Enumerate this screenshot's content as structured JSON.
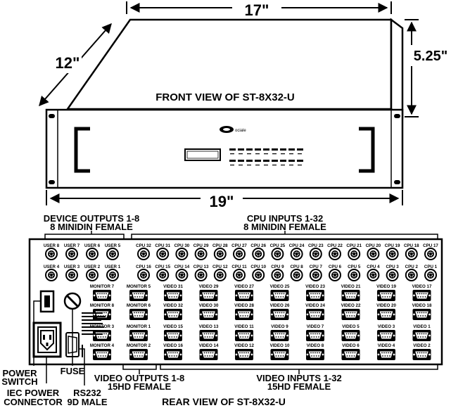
{
  "dimensions": {
    "width_top": "17\"",
    "depth": "12\"",
    "height": "5.25\"",
    "width_bottom": "19\""
  },
  "front_title": "FRONT VIEW OF ST-8X32-U",
  "rear_title": "REAR VIEW OF ST-8X32-U",
  "brand": "ociale",
  "callouts": {
    "device_outputs": [
      "DEVICE OUTPUTS 1-8",
      "8 MINIDIN FEMALE"
    ],
    "cpu_inputs": [
      "CPU INPUTS 1-32",
      "8 MINIDIN FEMALE"
    ],
    "power_switch": [
      "POWER",
      "SWITCH"
    ],
    "iec_power": [
      "IEC POWER",
      "CONNECTOR"
    ],
    "fuse": "FUSE",
    "rs232": [
      "RS232",
      "9D MALE"
    ],
    "video_outputs": [
      "VIDEO OUTPUTS 1-8",
      "15HD FEMALE"
    ],
    "video_inputs": [
      "VIDEO INPUTS 1-32",
      "15HD FEMALE"
    ]
  },
  "users_top": [
    "USER 8",
    "USER 7",
    "USER 6",
    "USER 5"
  ],
  "users_bottom": [
    "USER 4",
    "USER 3",
    "USER 2",
    "USER 1"
  ],
  "cpu_top": [
    "CPU 32",
    "CPU 31",
    "CPU 30",
    "CPU 29",
    "CPU 28",
    "CPU 27",
    "CPU 26",
    "CPU 25",
    "CPU 24",
    "CPU 23",
    "CPU 22",
    "CPU 21",
    "CPU 20",
    "CPU 19",
    "CPU 18",
    "CPU 17"
  ],
  "cpu_bottom": [
    "CPU 16",
    "CPU 15",
    "CPU 14",
    "CPU 13",
    "CPU 12",
    "CPU 11",
    "CPU 10",
    "CPU 9",
    "CPU 8",
    "CPU 7",
    "CPU 6",
    "CPU 5",
    "CPU 4",
    "CPU 3",
    "CPU 2",
    "CPU 1"
  ],
  "monitors": [
    [
      "MONITOR 7",
      "MONITOR 5"
    ],
    [
      "MONITOR 8",
      "MONITOR 6"
    ],
    [
      "MONITOR 3",
      "MONITOR 1"
    ],
    [
      "MONITOR 4",
      "MONITOR 2"
    ]
  ],
  "video_rows": [
    [
      "VIDEO 31",
      "VIDEO 29",
      "VIDEO 27",
      "VIDEO 25",
      "VIDEO 23",
      "VIDEO 21",
      "VIDEO 19",
      "VIDEO 17"
    ],
    [
      "VIDEO 32",
      "VIDEO 30",
      "VIDEO 28",
      "VIDEO 26",
      "VIDEO 24",
      "VIDEO 22",
      "VIDEO 20",
      "VIDEO 18"
    ],
    [
      "VIDEO 15",
      "VIDEO 13",
      "VIDEO 11",
      "VIDEO 9",
      "VIDEO 7",
      "VIDEO 5",
      "VIDEO 3",
      "VIDEO 1"
    ],
    [
      "VIDEO 16",
      "VIDEO 14",
      "VIDEO 12",
      "VIDEO 10",
      "VIDEO 8",
      "VIDEO 6",
      "VIDEO 4",
      "VIDEO 2"
    ]
  ]
}
